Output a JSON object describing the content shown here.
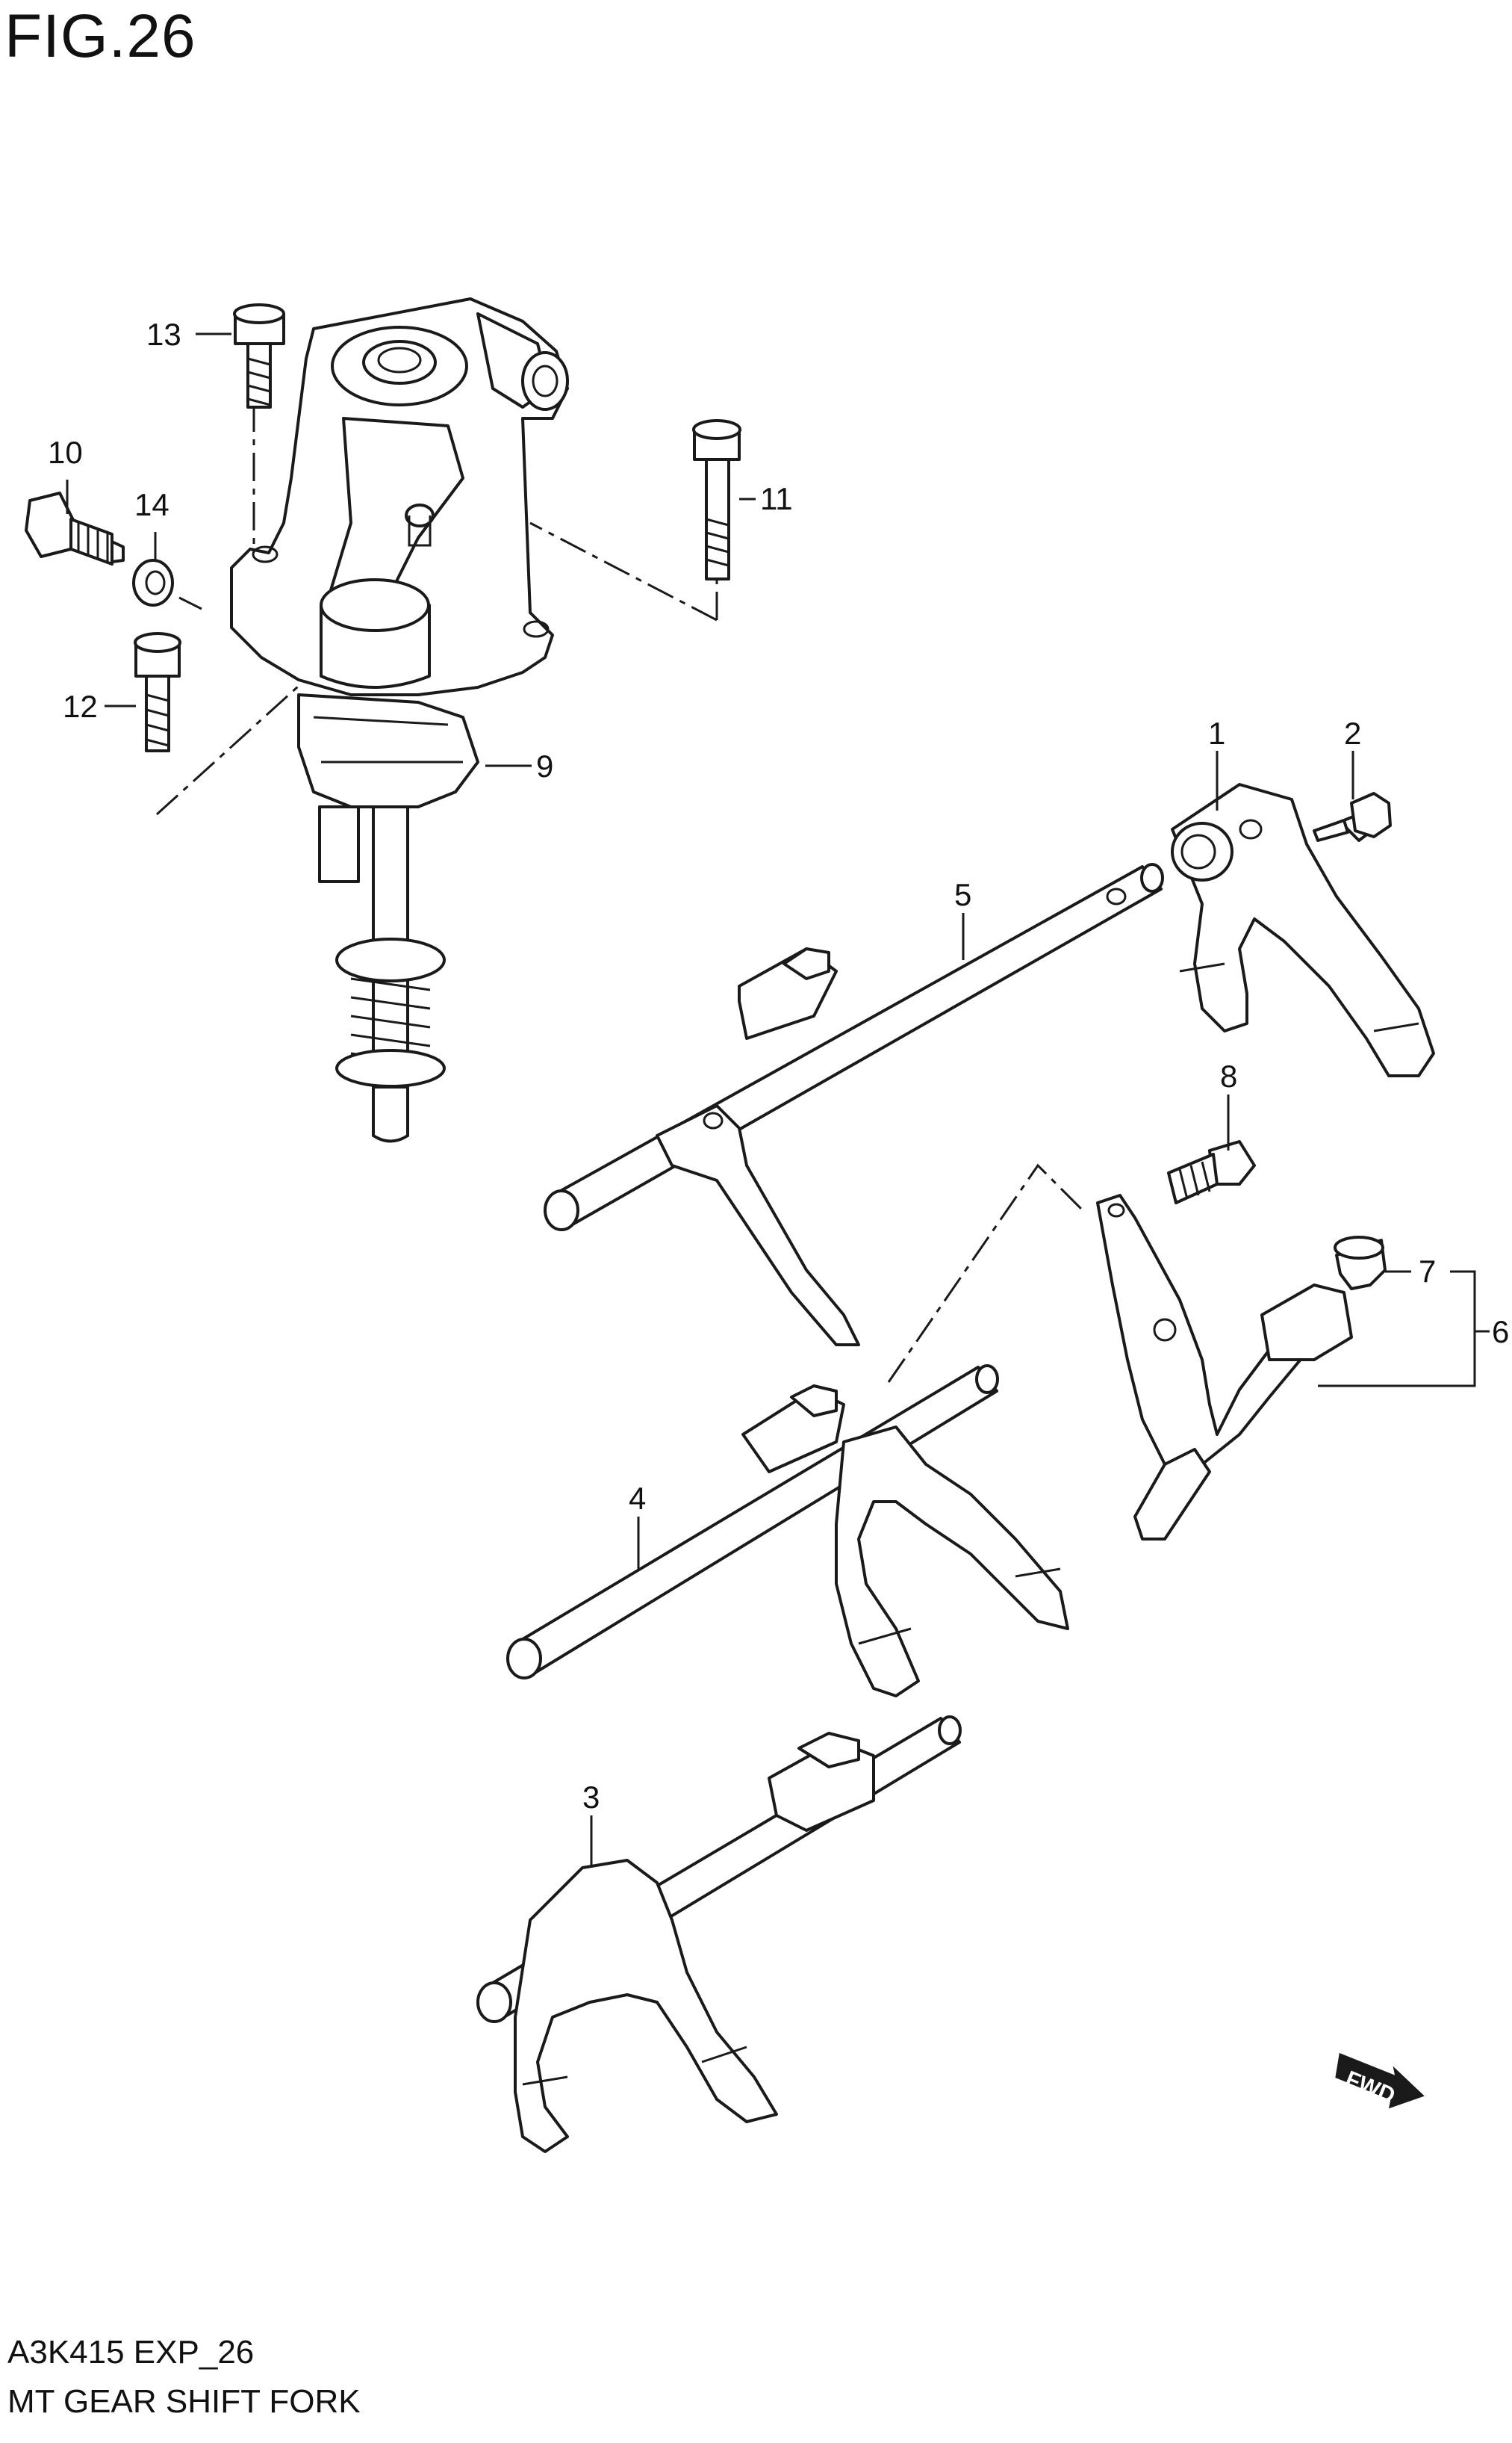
{
  "figure": {
    "title": "FIG.26",
    "model_code": "A3K415 EXP_26",
    "name": "MT GEAR SHIFT FORK"
  },
  "callouts": [
    "1",
    "2",
    "3",
    "4",
    "5",
    "6",
    "7",
    "8",
    "9",
    "10",
    "11",
    "12",
    "13",
    "14"
  ],
  "direction_marker": "FWD"
}
